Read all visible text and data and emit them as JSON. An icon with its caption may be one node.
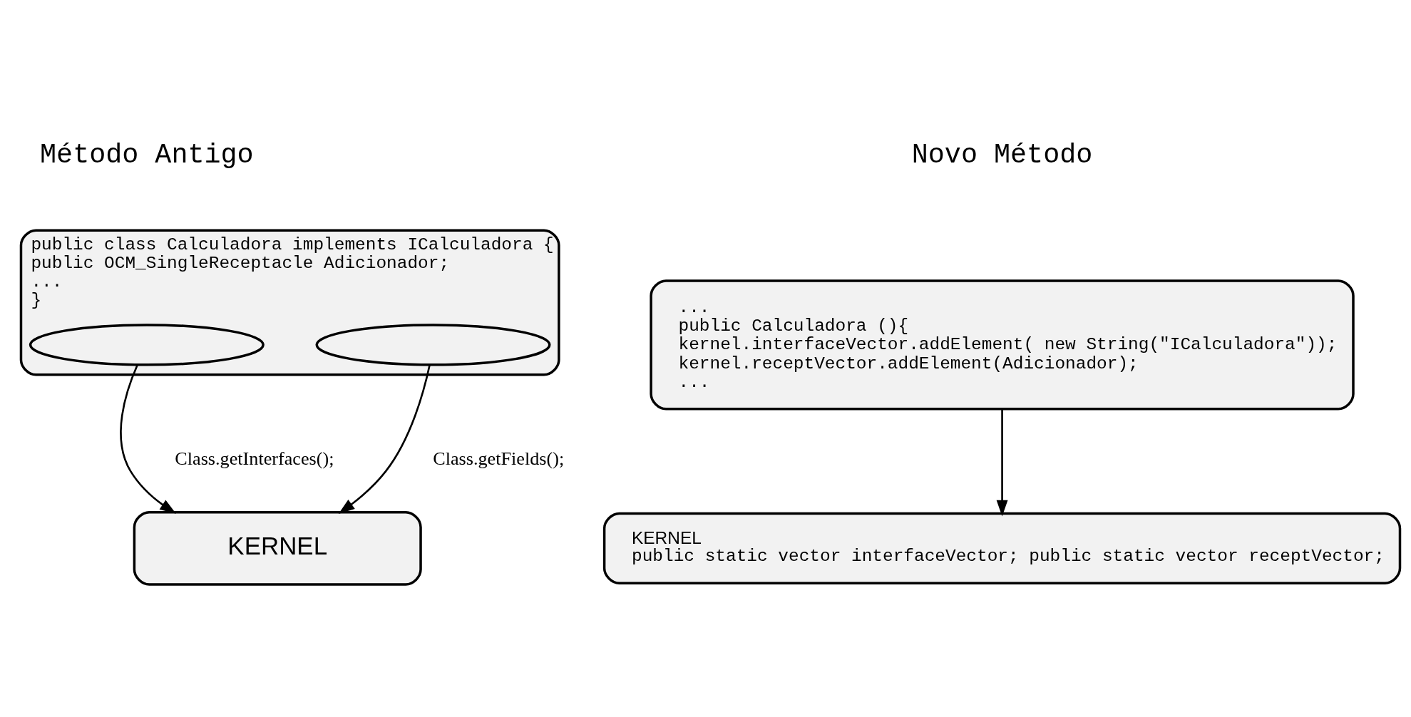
{
  "diagram": {
    "nodes": [
      {
        "text": [
          "public class Calculadora implements ICalculadora {",
          "public OCM_SingleReceptacle Adicionador;",
          "...",
          "}"
        ]
      },
      {
        "text": [],
        "shape": "ellipse",
        "in": 0
      },
      {
        "text": [],
        "shape": "ellipse",
        "in": 0
      },
      {
        "text": [
          "KERNEL"
        ]
      },
      {
        "text": [
          "...",
          "public Calculadora (){",
          "kernel.interfaceVector.addElement( new String(\"ICalculadora\"));",
          "kernel.receptVector.addElement(Adicionador);",
          "..."
        ]
      },
      {
        "text": [
          "KERNEL",
          "public static vector interfaceVector; public static vector receptVector;"
        ]
      }
    ],
    "edges": [
      {
        "from": 1,
        "to": 3,
        "arrow": "to",
        "label": "Class.getInterfaces();"
      },
      {
        "from": 2,
        "to": 3,
        "arrow": "to",
        "label": "Class.getFields();"
      },
      {
        "from": 4,
        "to": 5,
        "arrow": "to"
      }
    ],
    "labels": [
      "Método Antigo",
      "Novo Método"
    ]
  }
}
